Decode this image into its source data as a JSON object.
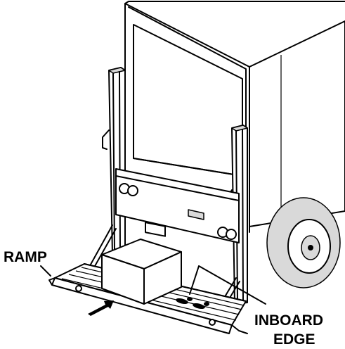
{
  "labels": {
    "ramp": "RAMP",
    "inboard_line1": "INBOARD",
    "inboard_line2": "EDGE"
  },
  "colors": {
    "ink": "#000000",
    "paper": "#ffffff",
    "shade": "#d9d9d9"
  }
}
